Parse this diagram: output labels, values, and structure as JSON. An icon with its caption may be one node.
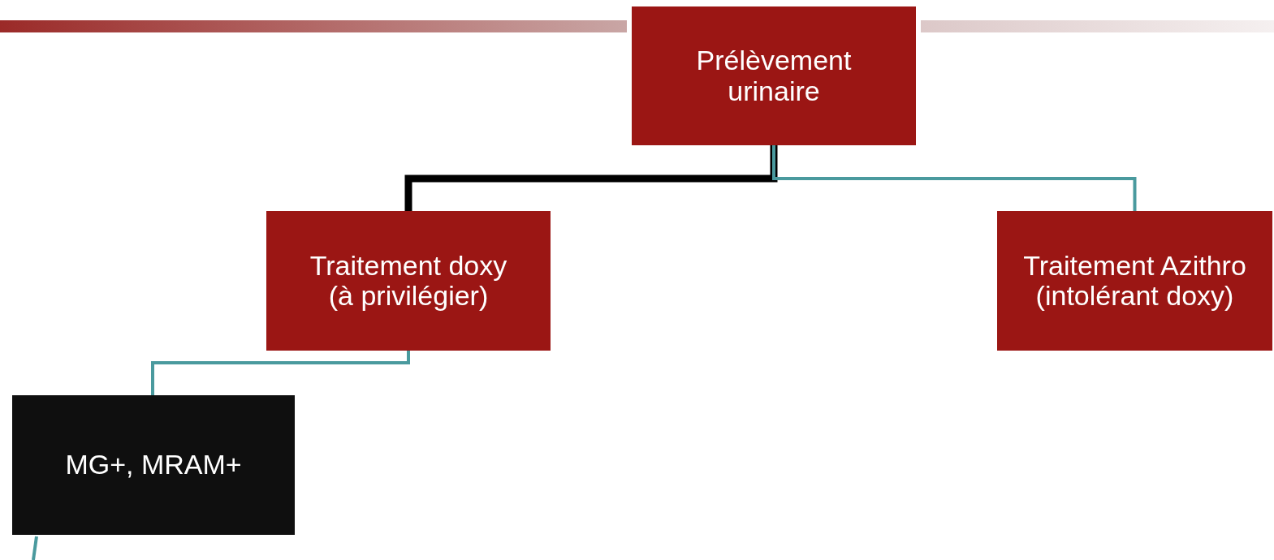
{
  "diagram": {
    "nodes": [
      {
        "text": [
          "Prélèvement urinaire"
        ]
      },
      {
        "text": [
          "Traitement doxy (à privilégier)"
        ]
      },
      {
        "text": [
          "Traitement Azithro (intolérant doxy)"
        ]
      },
      {
        "text": [
          "MG+, MRAM+"
        ]
      }
    ],
    "edges": [
      {
        "from": 0,
        "to": 1,
        "arrow": "none",
        "style": "thick",
        "color": "#000000"
      },
      {
        "from": 0,
        "to": 2,
        "arrow": "none"
      },
      {
        "from": 1,
        "to": 3,
        "arrow": "none"
      },
      {
        "from": 3,
        "to": null,
        "arrow": "none"
      }
    ]
  }
}
